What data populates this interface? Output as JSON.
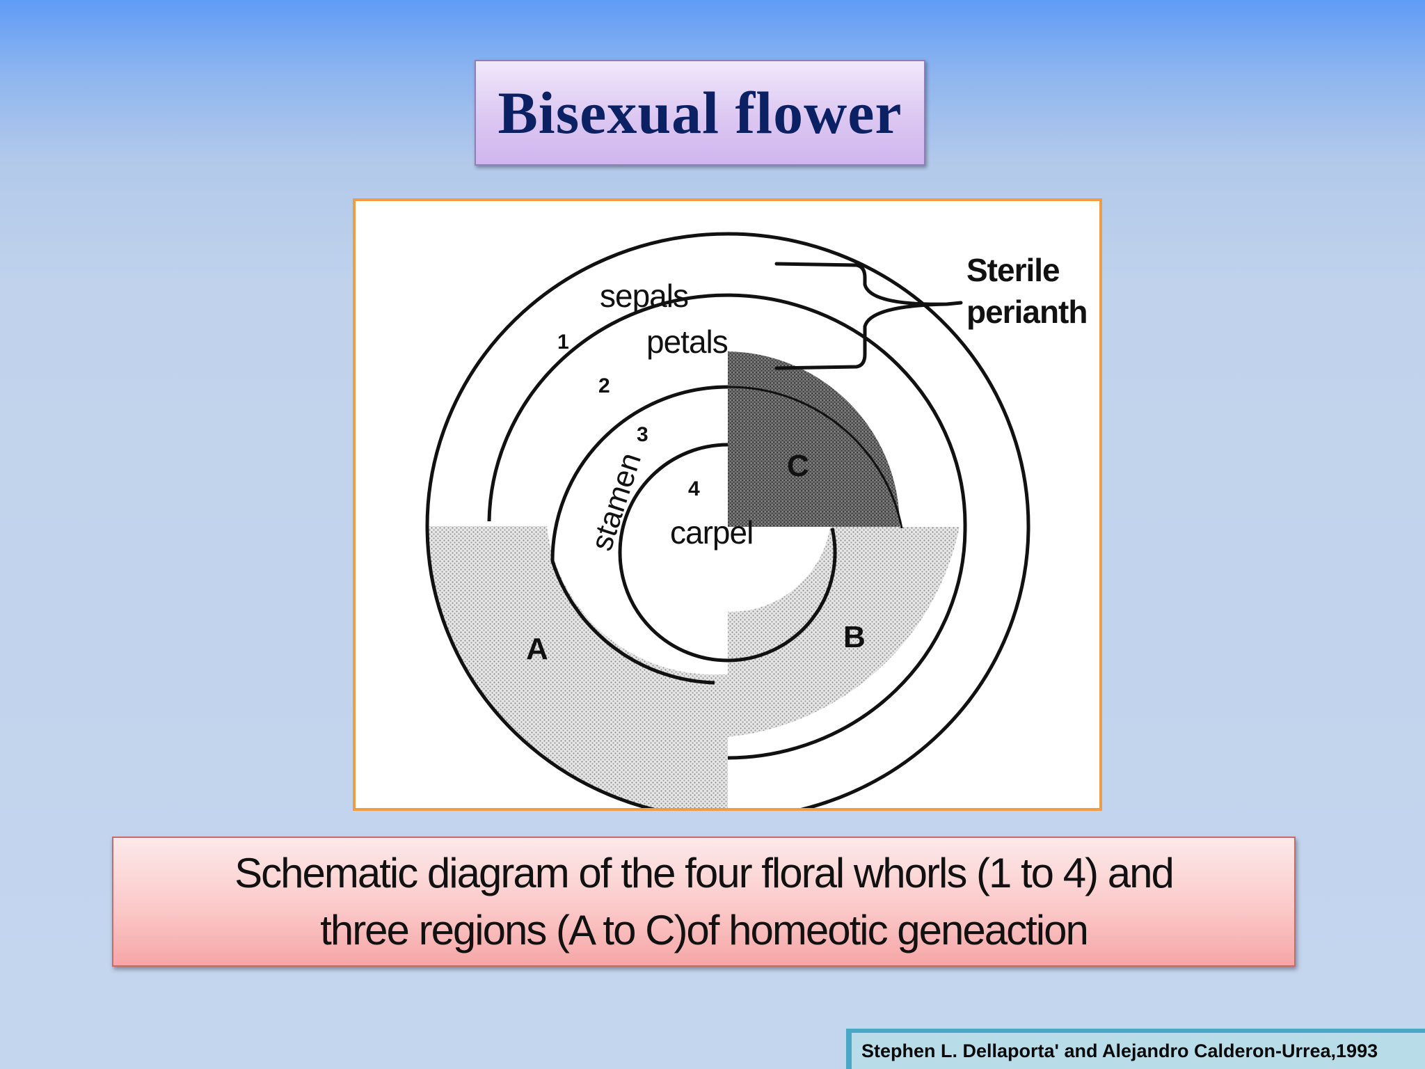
{
  "title": "Bisexual flower",
  "diagram": {
    "labels": {
      "sepals": "sepals",
      "petals": "petals",
      "stamen": "stamen",
      "carpel": "carpel",
      "sterile_perianth_line1": "Sterile",
      "sterile_perianth_line2": "perianth"
    },
    "whorl_numbers": [
      "1",
      "2",
      "3",
      "4"
    ],
    "regions": [
      "A",
      "B",
      "C"
    ]
  },
  "caption": {
    "line1": "Schematic diagram of the four floral whorls (1 to 4) and",
    "line2": "three regions (A to C)of homeotic geneaction"
  },
  "citation": "Stephen L. Dellaporta' and Alejandro  Calderon-Urrea,1993"
}
